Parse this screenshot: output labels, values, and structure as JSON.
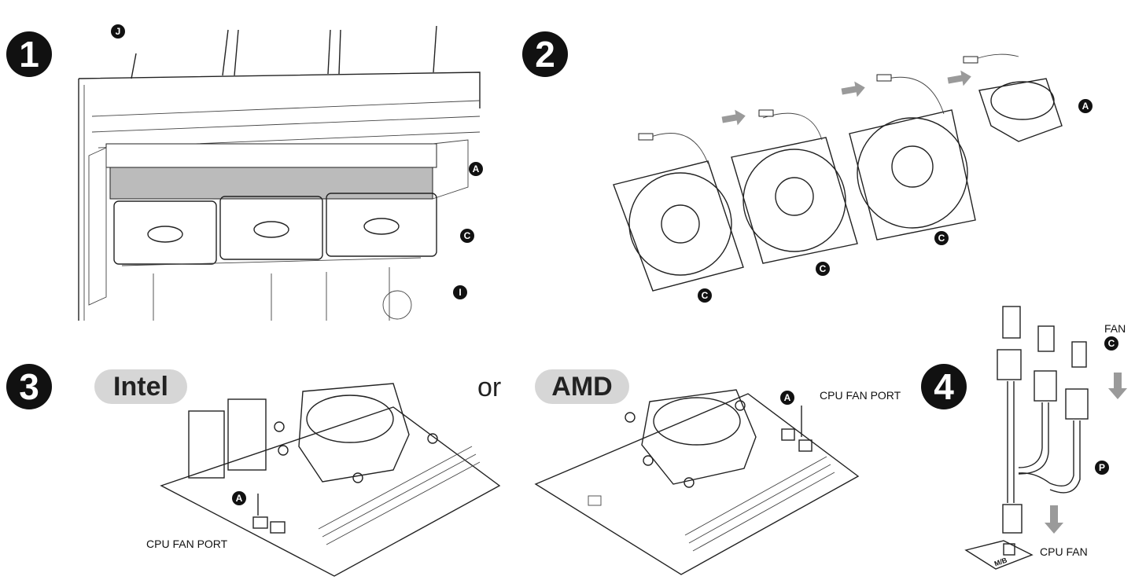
{
  "steps": [
    {
      "number": "1",
      "callouts": [
        "J",
        "A",
        "C",
        "I"
      ]
    },
    {
      "number": "2",
      "callouts": [
        "A",
        "C",
        "C",
        "C"
      ]
    },
    {
      "number": "3",
      "platform_a": "Intel",
      "separator": "or",
      "platform_b": "AMD",
      "callouts": [
        "A",
        "A"
      ],
      "port_label_intel": "CPU FAN PORT",
      "port_label_amd": "CPU FAN PORT"
    },
    {
      "number": "4",
      "fan_label": "FAN",
      "callouts": [
        "C",
        "P"
      ],
      "cpu_fan_label": "CPU FAN",
      "board_text": "M/B"
    }
  ],
  "icons": [
    "arrow-right-icon",
    "arrow-down-icon"
  ],
  "colors": {
    "ink": "#111111",
    "arrow": "#9a9a9a",
    "pill": "#d6d6d6"
  }
}
